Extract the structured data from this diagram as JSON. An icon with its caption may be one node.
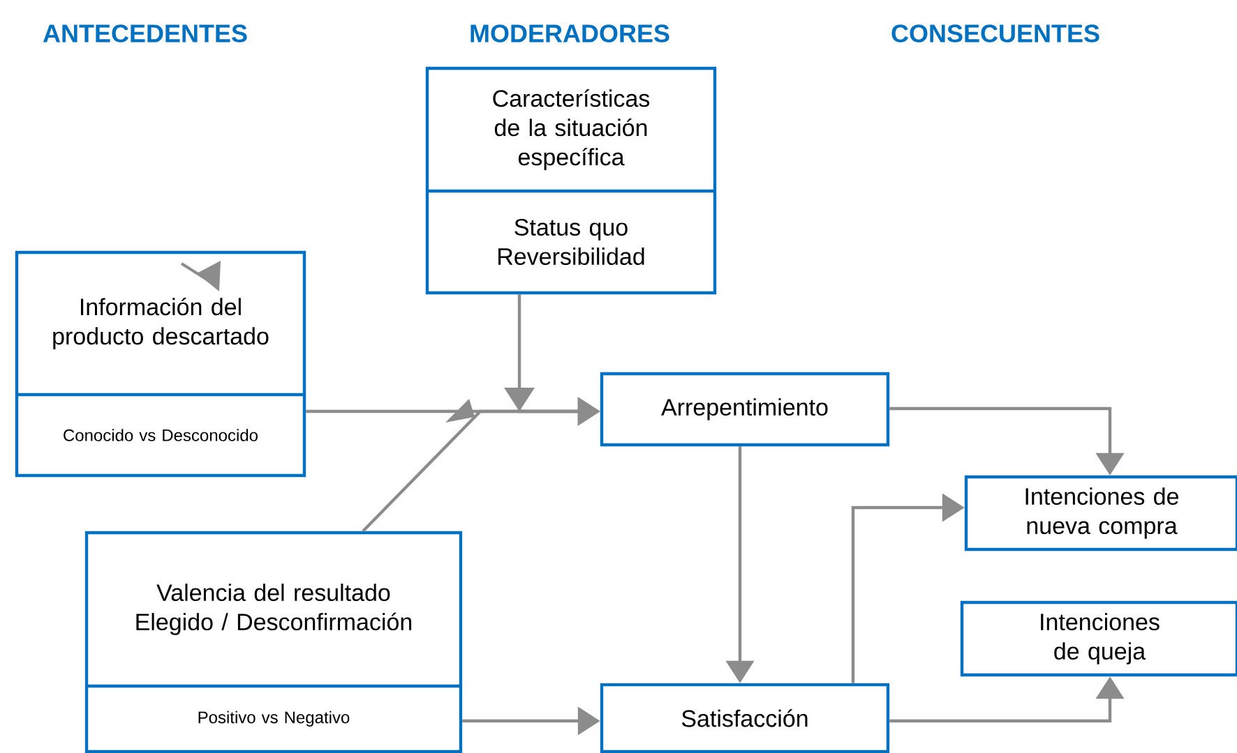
{
  "diagram": {
    "nodes": [
      {
        "text": [
          "Características de la situación específica",
          "Status quo Reversibilidad"
        ]
      },
      {
        "text": [
          "Información del producto descartado",
          "Conocido vs Desconocido"
        ]
      },
      {
        "text": [
          "Arrepentimiento"
        ]
      },
      {
        "text": [
          "Valencia del resultado Elegido / Desconfirmación",
          "Positivo vs Negativo"
        ]
      },
      {
        "text": [
          "Satisfacción"
        ]
      },
      {
        "text": [
          "Intenciones de nueva compra"
        ]
      },
      {
        "text": [
          "Intenciones de queja"
        ]
      }
    ],
    "edges": [
      {
        "from": 0,
        "to": 2,
        "arrow": "to"
      },
      {
        "from": 1,
        "to": 2,
        "arrow": "to"
      },
      {
        "from": 3,
        "to": 2,
        "arrow": "to"
      },
      {
        "from": 2,
        "to": 4,
        "arrow": "to"
      },
      {
        "from": 3,
        "to": 4,
        "arrow": "to"
      },
      {
        "from": 2,
        "to": 5,
        "arrow": "to"
      },
      {
        "from": 4,
        "to": 5,
        "arrow": "to"
      },
      {
        "from": 4,
        "to": 6,
        "arrow": "to"
      }
    ],
    "labels": [
      "ANTECEDENTES",
      "MODERADORES",
      "CONSECUENTES"
    ]
  }
}
